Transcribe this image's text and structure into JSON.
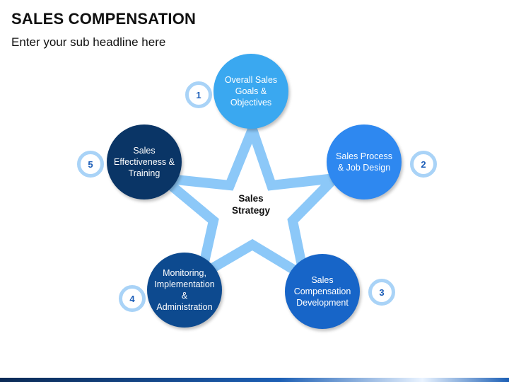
{
  "header": {
    "title": "SALES COMPENSATION",
    "subtitle": "Enter your sub headline here"
  },
  "center": {
    "label": "Sales\nStrategy"
  },
  "colors": {
    "star": "#8cc8f8",
    "badge_ring": "#a9d3f7",
    "badge_text": "#1b5db8",
    "light_blue": "#3aa8f0",
    "medium_blue": "#2e88f0",
    "royal_blue": "#1765c8",
    "navy_blue": "#0d4a8f",
    "dark_navy": "#0a3566"
  },
  "nodes": [
    {
      "number": "1",
      "label": "Overall Sales\nGoals &\nObjectives",
      "color": "#3aa8f0"
    },
    {
      "number": "2",
      "label": "Sales Process\n& Job Design",
      "color": "#2e88f0"
    },
    {
      "number": "3",
      "label": "Sales\nCompensation\nDevelopment",
      "color": "#1765c8"
    },
    {
      "number": "4",
      "label": "Monitoring,\nImplementation\n&\nAdministration",
      "color": "#0d4a8f"
    },
    {
      "number": "5",
      "label": "Sales\nEffectiveness &\nTraining",
      "color": "#0a3566"
    }
  ]
}
